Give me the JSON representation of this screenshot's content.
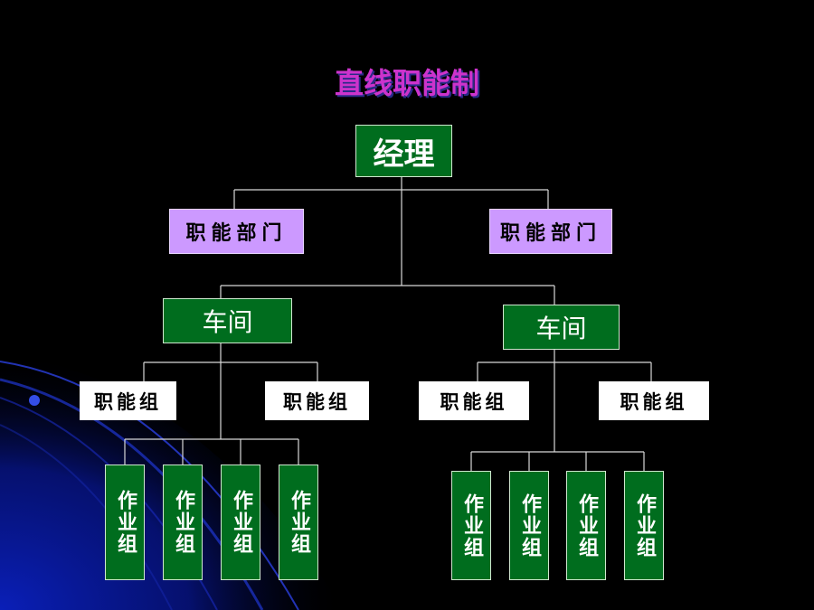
{
  "title": "直线职能制",
  "manager": "经理",
  "functional_departments": [
    "职能部门",
    "职能部门"
  ],
  "workshops": [
    "车间",
    "车间"
  ],
  "functional_groups": [
    "职能组",
    "职能组",
    "职能组",
    "职能组"
  ],
  "work_groups": [
    "作业组",
    "作业组",
    "作业组",
    "作业组",
    "作业组",
    "作业组",
    "作业组",
    "作业组"
  ],
  "colors": {
    "background": "#000000",
    "title": "#cc33cc",
    "title_shadow": "#2a2a88",
    "manager_and_workshop_fill": "#006d1e",
    "department_fill": "#cc99ff",
    "functional_group_fill": "#ffffff",
    "connector": "#d8d8d8",
    "decoration_blue": "#0a1fb8"
  }
}
